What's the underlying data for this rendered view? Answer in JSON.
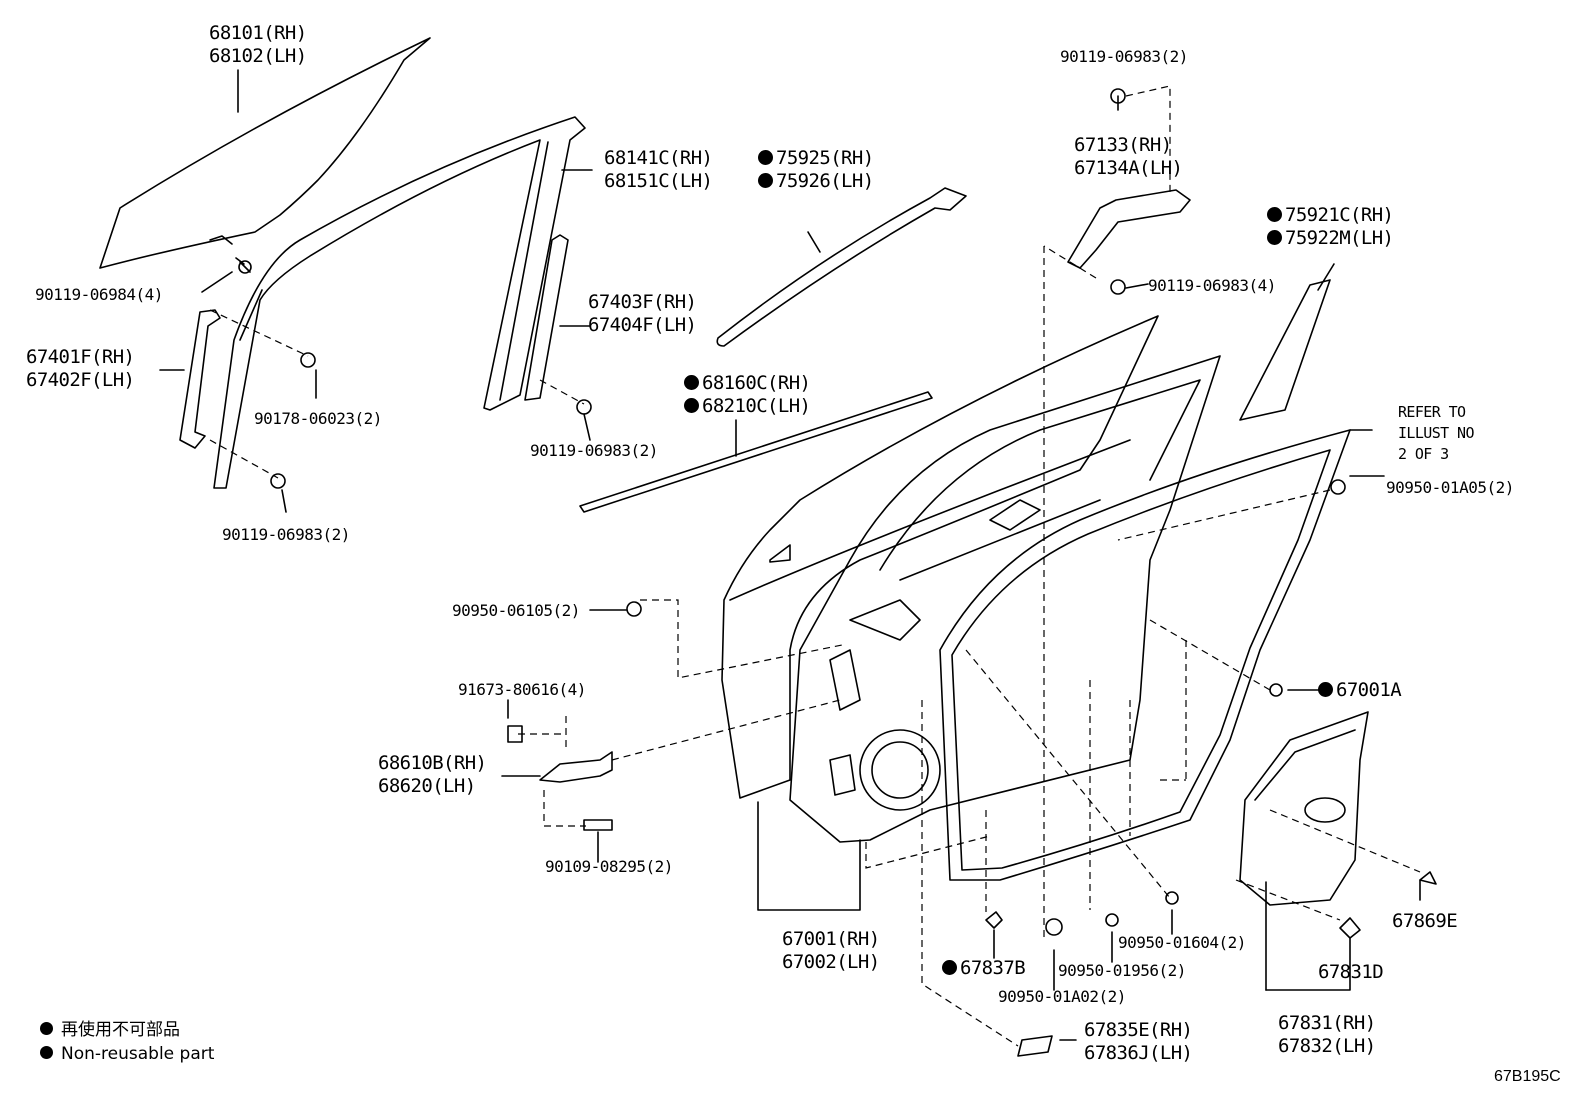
{
  "diagram_code": "67B195C",
  "legend": {
    "items": [
      {
        "text_jp": "再使用不可部品",
        "text_en": "Non-reusable part"
      }
    ]
  },
  "refer_note": [
    "REFER TO",
    "ILLUST NO",
    "2 OF 3"
  ],
  "parts": {
    "glass": {
      "lines": [
        "68101(RH)",
        "68102(LH)"
      ]
    },
    "run_channel_front": {
      "lines": [
        "68141C(RH)",
        "68151C(LH)"
      ]
    },
    "bolt_90119_06984": {
      "lines": [
        "90119-06984(4)"
      ]
    },
    "division_bar": {
      "lines": [
        "67401F(RH)",
        "67402F(LH)"
      ]
    },
    "nut_90178": {
      "lines": [
        "90178-06023(2)"
      ]
    },
    "bolt_90119_06983_a": {
      "lines": [
        "90119-06983(2)"
      ]
    },
    "channel_rear": {
      "lines": [
        "67403F(RH)",
        "67404F(LH)"
      ]
    },
    "bolt_90119_06983_b": {
      "lines": [
        "90119-06983(2)"
      ]
    },
    "moulding_75925": {
      "lines": [
        "75925(RH)",
        "75926(LH)"
      ],
      "nonreusable": true
    },
    "weatherstrip_68160": {
      "lines": [
        "68160C(RH)",
        "68210C(LH)"
      ],
      "nonreusable": true
    },
    "bolt_90119_06983_top": {
      "lines": [
        "90119-06983(2)"
      ]
    },
    "bracket_67133": {
      "lines": [
        "67133(RH)",
        "67134A(LH)"
      ]
    },
    "bolt_90119_06983_4": {
      "lines": [
        "90119-06983(4)"
      ]
    },
    "garnish_75921": {
      "lines": [
        "75921C(RH)",
        "75922M(LH)"
      ],
      "nonreusable": true
    },
    "plug_90950_01a05": {
      "lines": [
        "90950-01A05(2)"
      ]
    },
    "plug_90950_06105": {
      "lines": [
        "90950-06105(2)"
      ]
    },
    "seal_67001a": {
      "lines": [
        "67001A"
      ],
      "nonreusable": true
    },
    "bolt_91673": {
      "lines": [
        "91673-80616(4)"
      ]
    },
    "check_68610": {
      "lines": [
        "68610B(RH)",
        "68620(LH)"
      ]
    },
    "bolt_90109": {
      "lines": [
        "90109-08295(2)"
      ]
    },
    "door_panel": {
      "lines": [
        "67001(RH)",
        "67002(LH)"
      ]
    },
    "clip_67837b": {
      "lines": [
        "67837B"
      ],
      "nonreusable": true
    },
    "plug_90950_01a02": {
      "lines": [
        "90950-01A02(2)"
      ]
    },
    "plug_90950_01956": {
      "lines": [
        "90950-01956(2)"
      ]
    },
    "plug_90950_01604": {
      "lines": [
        "90950-01604(2)"
      ]
    },
    "clip_67869e": {
      "lines": [
        "67869E"
      ]
    },
    "clip_67831d": {
      "lines": [
        "67831D"
      ]
    },
    "cover_67831": {
      "lines": [
        "67831(RH)",
        "67832(LH)"
      ]
    },
    "cover_67835": {
      "lines": [
        "67835E(RH)",
        "67836J(LH)"
      ]
    }
  }
}
